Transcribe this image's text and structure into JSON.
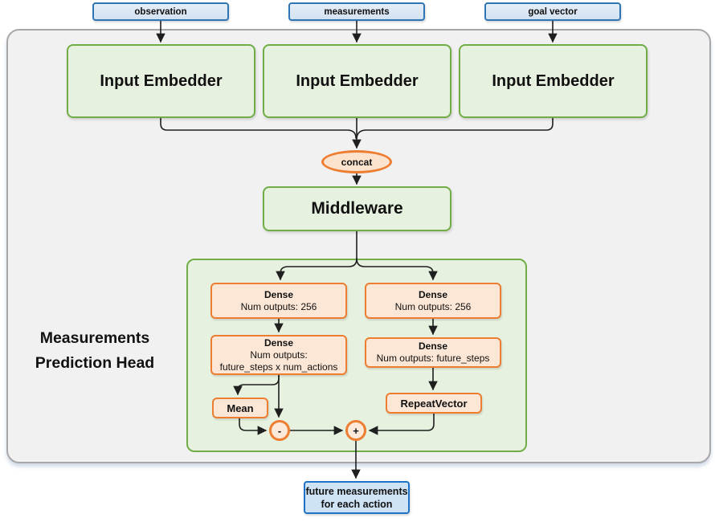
{
  "diagram": {
    "top_inputs": [
      {
        "label": "observation"
      },
      {
        "label": "measurements"
      },
      {
        "label": "goal vector"
      }
    ],
    "embedders": [
      {
        "label": "Input Embedder"
      },
      {
        "label": "Input Embedder"
      },
      {
        "label": "Input Embedder"
      }
    ],
    "concat": {
      "label": "concat"
    },
    "middleware": {
      "label": "Middleware"
    },
    "head": {
      "title_line1": "Measurements",
      "title_line2": "Prediction Head",
      "left": {
        "dense1": {
          "title": "Dense",
          "subtitle": "Num outputs: 256"
        },
        "dense2": {
          "title": "Dense",
          "subtitle_line1": "Num outputs:",
          "subtitle_line2": "future_steps x num_actions"
        },
        "mean": {
          "label": "Mean"
        },
        "minus": {
          "label": "-"
        }
      },
      "right": {
        "dense1": {
          "title": "Dense",
          "subtitle": "Num outputs: 256"
        },
        "dense2": {
          "title": "Dense",
          "subtitle": "Num outputs: future_steps"
        },
        "repeat": {
          "label": "RepeatVector"
        },
        "plus": {
          "label": "+"
        }
      }
    },
    "output": {
      "line1": "future measurements",
      "line2": "for each action"
    }
  },
  "colors": {
    "blue_border": "#2e75b6",
    "blue_fill": "#dce8f5",
    "output_border": "#1e73c8",
    "green_border": "#70ad47",
    "green_fill": "#e7f1df",
    "orange_border": "#ed7d31",
    "orange_fill": "#fce6d5",
    "container_fill": "#f1f1f2",
    "container_border": "#a6a6a6",
    "line": "#1f1f1f"
  }
}
